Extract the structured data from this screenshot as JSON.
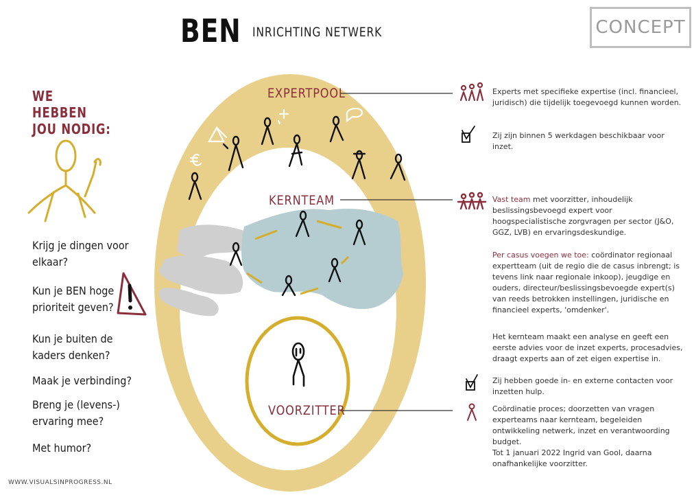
{
  "header": {
    "title": "BEN",
    "subtitle": "INRICHTING NETWERK",
    "concept_label": "CONCEPT"
  },
  "left": {
    "heading_line1": "WE HEBBEN",
    "heading_line2": "JOU NODIG:",
    "questions": [
      "Krijg je dingen voor elkaar?",
      "Kun je BEN hoge prioriteit geven?",
      "Kun je buiten de kaders denken?",
      "Maak je verbinding?",
      "Breng je (levens-) ervaring mee?",
      "Met humor?"
    ]
  },
  "diagram": {
    "labels": {
      "expertpool": "EXPERTPOOL",
      "kernteam": "KERNTEAM",
      "voorzitter": "VOORZITTER"
    }
  },
  "right": {
    "expertpool_desc": "Experts met specifieke expertise (incl. financieel, juridisch) die tijdelijk toegevoegd kunnen worden.",
    "availability": "Zij zijn binnen 5 werkdagen beschikbaar voor inzet.",
    "kernteam_highlight": "Vast team",
    "kernteam_desc": " met voorzitter, inhoudelijk beslissingsbevoegd expert voor hoogspecialistische zorgvragen per sector (J&O, GGZ, LVB) en ervaringsdeskundige.",
    "per_casus_highlight": "Per casus voegen we toe:",
    "per_casus_desc": " coördinator regionaal expertteam (uit de regio die de casus inbrengt; is tevens link naar regionale inkoop), jeugdige en ouders, directeur/beslissingsbevoegde expert(s) van reeds betrokken instellingen, juridische en financieel experts, 'omdenker'.",
    "analysis": "Het kernteam maakt een analyse en geeft een eerste advies voor de inzet experts, procesadvies, draagt experts aan of zet eigen expertise in.",
    "contacts": "Zij hebben goede in- en externe contacten voor inzetten hulp.",
    "voorzitter_desc": "Coördinatie proces; doorzetten van vragen experteams naar kernteam, begeleiden ontwikkeling netwerk, inzet en verantwoording budget.",
    "voorzitter_note": "Tot 1 januari 2022 Ingrid van Gool, daarna onafhankelijke voorzitter."
  },
  "footer": {
    "credit": "WWW.VISUALSINPROGRESS.NL"
  },
  "colors": {
    "gold": "#e8cf8a",
    "gold_stroke": "#d4ae2c",
    "maroon": "#8b2e3c",
    "map_blue": "#b5cdd0",
    "map_grey": "#cfcfcf"
  }
}
